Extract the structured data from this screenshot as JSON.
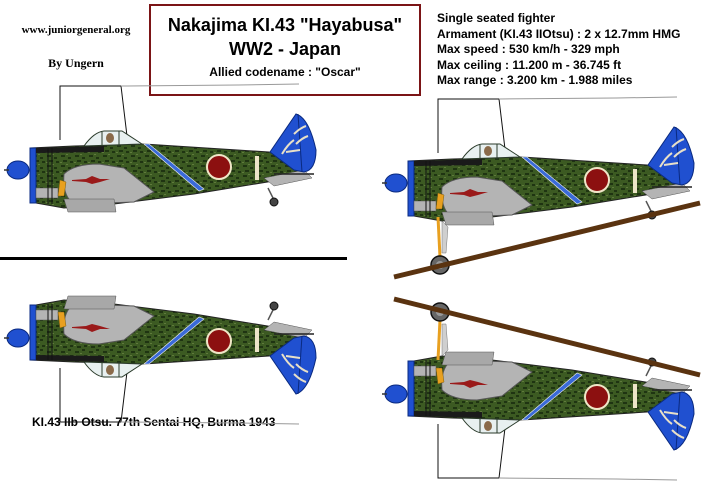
{
  "header": {
    "site": "www.juniorgeneral.org",
    "author": "By Ungern"
  },
  "title_box": {
    "line1": "Nakajima KI.43 \"Hayabusa\"",
    "line2": "WW2 - Japan",
    "line3": "Allied codename : \"Oscar\""
  },
  "specs": [
    "Single seated fighter",
    "Armament (KI.43 IIOtsu) : 2 x 12.7mm HMG",
    "Max speed : 530 km/h - 329 mph",
    "Max ceiling : 11.200 m - 36.745 ft",
    "Max range : 3.200 km - 1.988 miles"
  ],
  "caption": "KI.43 IIb Otsu.  77th Sentai HQ, Burma 1943",
  "figures": [
    {
      "name": "plane-top-left",
      "orientation": "upright",
      "stand": false
    },
    {
      "name": "plane-bottom-left",
      "orientation": "inverted",
      "stand": false
    },
    {
      "name": "plane-top-right",
      "orientation": "upright",
      "stand": true
    },
    {
      "name": "plane-bottom-right",
      "orientation": "inverted",
      "stand": true
    }
  ],
  "colors": {
    "camo_base": "#3c5a22",
    "camo_dark": "#1f3412",
    "tail_blue": "#2050d0",
    "hinomaru": "#8c1010",
    "hinomaru_border": "#f0e6c8",
    "title_border": "#7b1416",
    "stand_brown": "#5a3310",
    "metal_grey": "#b4b4b4"
  }
}
